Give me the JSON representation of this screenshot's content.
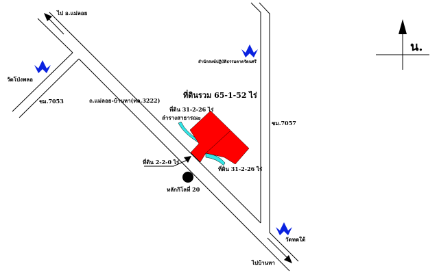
{
  "labels": {
    "to_mae_loi": "ไป อ.แม่ลอย",
    "wat_west": "วัดโป่งพลอ",
    "road_7053": "ชม.7053",
    "main_road": "ถ.แม่ลอย-บ้านหา(ทล.3222)",
    "monastery": "สำนักสงฆ์ปฏิบัติธรรมตาดรัตนศรี",
    "total_land": "ที่ดินรวม 65-1-52 ไร่",
    "land_north": "ที่ดิน 31-2-26 ไร่",
    "canal": "ลำรางสาธารณะ",
    "land_small": "ที่ดิน 2-2-0 ไร่",
    "land_south": "ที่ดิน 31-2-26 ไร่",
    "km_marker": "หลักกิโลที่ 20",
    "road_7057": "ชม.7057",
    "wat_south": "วัดทดใต้",
    "to_ban_ha": "ไปบ้านหา",
    "north": "น."
  },
  "colors": {
    "land": "#ff0000",
    "canal": "#33e6e6",
    "temple": "#0a22e0"
  }
}
